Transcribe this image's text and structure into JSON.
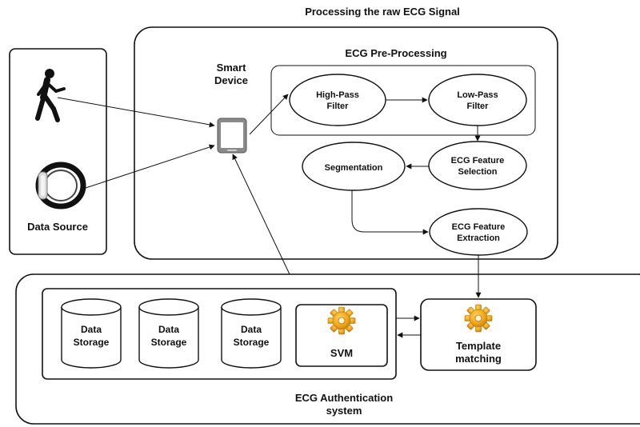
{
  "title": "Processing the raw ECG Signal",
  "data_source": {
    "label": "Data Source"
  },
  "smart_device": {
    "line1": "Smart",
    "line2": "Device"
  },
  "preprocessing": {
    "title": "ECG Pre-Processing",
    "high_pass": {
      "line1": "High-Pass",
      "line2": "Filter"
    },
    "low_pass": {
      "line1": "Low-Pass",
      "line2": "Filter"
    },
    "feature_selection": {
      "line1": "ECG Feature",
      "line2": "Selection"
    },
    "segmentation": {
      "line1": "Segmentation"
    },
    "feature_extraction": {
      "line1": "ECG Feature",
      "line2": "Extraction"
    }
  },
  "auth": {
    "title_line1": "ECG Authentication",
    "title_line2": "system",
    "storages": [
      {
        "line1": "Data",
        "line2": "Storage"
      },
      {
        "line1": "Data",
        "line2": "Storage"
      },
      {
        "line1": "Data",
        "line2": "Storage"
      }
    ],
    "svm": {
      "label": "SVM"
    },
    "template": {
      "line1": "Template",
      "line2": "matching"
    }
  },
  "icons": {
    "walking_person": "walking-person-icon",
    "fitness_band": "fitness-band-icon",
    "smartphone": "smartphone-icon",
    "gear": "gear-icon"
  },
  "colors": {
    "gear": "#f2a81d",
    "gear_dark": "#c97f08",
    "stroke": "#111111"
  }
}
